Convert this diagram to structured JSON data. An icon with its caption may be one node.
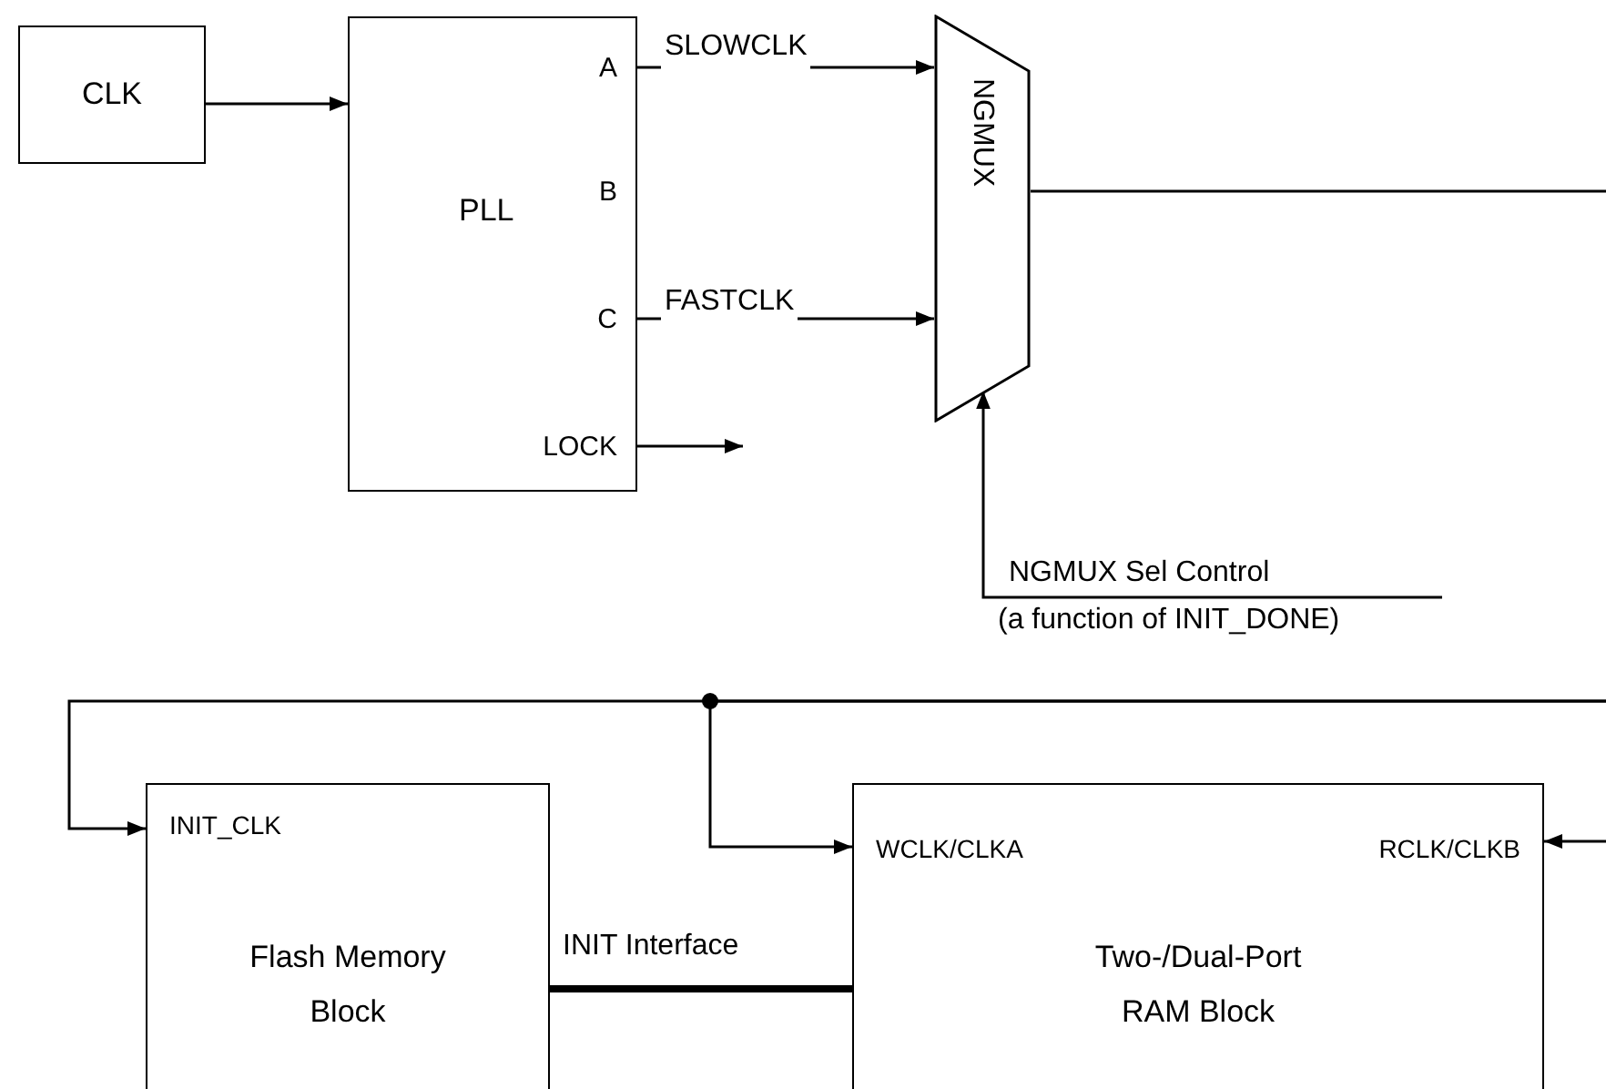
{
  "diagram": {
    "nodes": [
      {
        "text": [
          "CLK"
        ]
      },
      {
        "text": [
          "PLL"
        ]
      },
      {
        "text": [
          "A"
        ],
        "in": 1
      },
      {
        "text": [
          "B"
        ],
        "in": 1
      },
      {
        "text": [
          "C"
        ],
        "in": 1
      },
      {
        "text": [
          "LOCK"
        ],
        "in": 1
      },
      {
        "text": [
          "NGMUX"
        ]
      },
      {
        "text": [
          "NGMUX Sel Control",
          "(a function of INIT_DONE)"
        ]
      },
      {
        "text": [
          "INIT_CLK",
          "Flash Memory Block"
        ]
      },
      {
        "text": [
          "WCLK/CLKA",
          "RCLK/CLKB",
          "Two-/Dual-Port RAM Block"
        ]
      }
    ],
    "edges": [
      {
        "from": 0,
        "to": 1,
        "arrow": "to"
      },
      {
        "from": 2,
        "to": 6,
        "arrow": "to",
        "label": "SLOWCLK"
      },
      {
        "from": 4,
        "to": 6,
        "arrow": "to",
        "label": "FASTCLK"
      },
      {
        "from": 5,
        "to": null,
        "arrow": "to"
      },
      {
        "from": 6,
        "to": null,
        "arrow": "none"
      },
      {
        "from": 7,
        "to": 6,
        "arrow": "to"
      },
      {
        "from": null,
        "to": 8,
        "arrow": "to"
      },
      {
        "from": null,
        "to": 9,
        "arrow": "to"
      },
      {
        "from": null,
        "to": 9,
        "arrow": "to"
      },
      {
        "from": 8,
        "to": 9,
        "arrow": "none",
        "label": "INIT Interface",
        "style": "thick"
      }
    ]
  }
}
